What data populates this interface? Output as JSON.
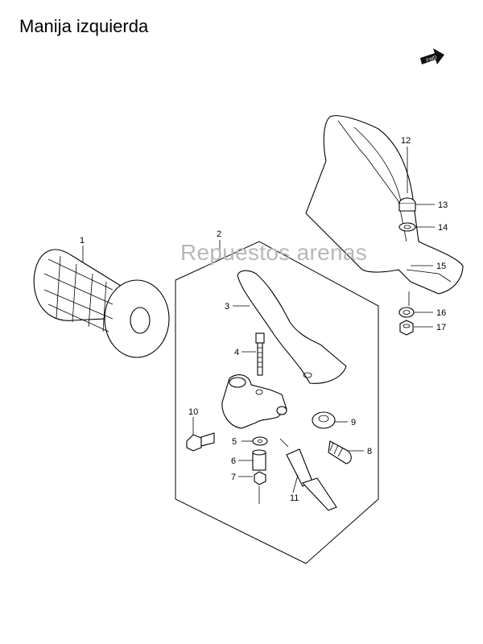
{
  "title": "Manija izquierda",
  "watermark": "Repuestos arenas",
  "fwd_label": "FWD",
  "callouts": [
    {
      "id": "c1",
      "label": "1"
    },
    {
      "id": "c2",
      "label": "2"
    },
    {
      "id": "c3",
      "label": "3"
    },
    {
      "id": "c4",
      "label": "4"
    },
    {
      "id": "c5",
      "label": "5"
    },
    {
      "id": "c6",
      "label": "6"
    },
    {
      "id": "c7",
      "label": "7"
    },
    {
      "id": "c8",
      "label": "8"
    },
    {
      "id": "c9",
      "label": "9"
    },
    {
      "id": "c10",
      "label": "10"
    },
    {
      "id": "c11",
      "label": "11"
    },
    {
      "id": "c12",
      "label": "12"
    },
    {
      "id": "c13",
      "label": "13"
    },
    {
      "id": "c14",
      "label": "14"
    },
    {
      "id": "c15",
      "label": "15"
    },
    {
      "id": "c16",
      "label": "16"
    },
    {
      "id": "c17",
      "label": "17"
    }
  ]
}
